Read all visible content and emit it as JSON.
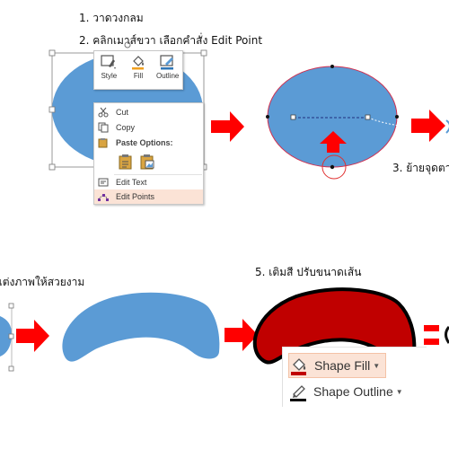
{
  "steps": {
    "s1": "1. วาดวงกลม",
    "s2": "2. คลิกเมาส์ขวา เลือกคำสั่ง Edit Point",
    "s3": "3. ย้ายจุดตา",
    "s4": "แต่งภาพให้สวยงาม",
    "s5": "5. เติมสี ปรับขนาดเส้น"
  },
  "mini_toolbar": {
    "style_label": "Style",
    "fill_label": "Fill",
    "outline_label": "Outline"
  },
  "context_menu": {
    "cut": "Cut",
    "copy": "Copy",
    "paste_options": "Paste Options:",
    "edit_text": "Edit Text",
    "edit_points": "Edit Points"
  },
  "ribbon": {
    "shape_fill": "Shape Fill",
    "shape_outline": "Shape Outline"
  },
  "colors": {
    "shape_blue": "#5b9bd5",
    "fill_red": "#c00000",
    "arrow_red": "#ff0000",
    "hover": "#fbe3d6"
  },
  "icons": [
    "style-icon",
    "paint-bucket-icon",
    "outline-pen-icon",
    "scissors-icon",
    "copy-icon",
    "paste-icon",
    "paste-picture-icon",
    "edit-text-icon",
    "edit-points-icon",
    "arrow-right-icon",
    "arrow-up-icon",
    "equals-icon"
  ]
}
